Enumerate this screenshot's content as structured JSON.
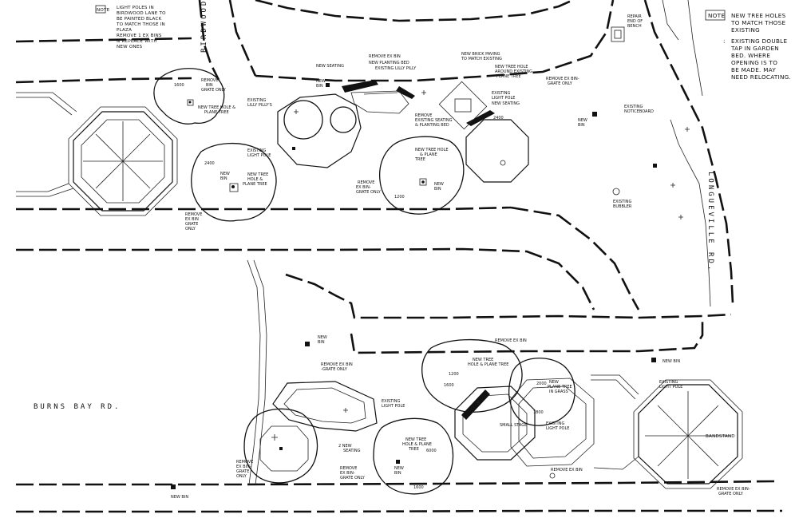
{
  "roads": {
    "birdwood": "BIRDWOOD LANE",
    "longueville": "LONGUEVILLE RD.",
    "burns_bay": "BURNS BAY RD."
  },
  "notes_top_left": {
    "title": "NOTE",
    "lines": [
      "LIGHT POLES IN",
      "BIRDWOOD LANE TO",
      "BE PAINTED BLACK",
      "TO MATCH THOSE IN",
      "PLAZA",
      "REMOVE 1 EX BINS",
      "& REPLACE WITH",
      "NEW ONES"
    ]
  },
  "notes_top_right": {
    "title": "NOTE",
    "item1": [
      "NEW TREE HOLES",
      "TO MATCH THOSE",
      "EXISTING"
    ],
    "item2": [
      "EXISTING DOUBLE",
      "TAP IN GARDEN",
      "BED. WHERE",
      "OPENING IS TO",
      "BE MADE. MAY",
      "NEED RELOCATING."
    ]
  },
  "labels": {
    "repair_bench": [
      "REPAIR",
      "END OF",
      "BENCH"
    ],
    "remove_bin_top": [
      "REMOVE",
      "BIN",
      "GRATE ONLY"
    ],
    "new_tree_plane1": [
      "NEW TREE HOLE &",
      "PLANE TREE"
    ],
    "dim_1600": "1600",
    "existing_lilly_pilly": [
      "EXISTING",
      "LILLY PILLY'S"
    ],
    "new_seating_top": "NEW SEATING",
    "remove_ex_bin_top": "REMOVE EX BIN",
    "new_planting_bed": "NEW PLANTING BED",
    "existing_lilly_pilly2": "EXISTING LILLY PILLY",
    "new_bin_top": [
      "NEW",
      "BIN"
    ],
    "new_brick_paving": [
      "NEW BRICK PAVING",
      "TO MATCH EXISTING"
    ],
    "new_tree_hole_around": [
      "NEW TREE HOLE",
      "AROUND EXISTING",
      "PLANE TREE"
    ],
    "remove_ex_bin_grate": [
      "REMOVE EX BIN-",
      "GRATE ONLY"
    ],
    "existing_light_pole_top": [
      "EXISTING",
      "LIGHT POLE"
    ],
    "new_seating_right": "NEW SEATING",
    "dim_2400": "2400",
    "remove_existing_seating": [
      "REMOVE",
      "EXISTING SEATING",
      "& PLANTING BED"
    ],
    "new_bin_right": [
      "NEW",
      "BIN"
    ],
    "existing_noticeboard": [
      "EXISTING",
      "NOTICEBOARD"
    ],
    "existing_light_pole_left": [
      "EXISTING",
      "LIGHT POLE"
    ],
    "new_bin_left": [
      "NEW",
      "BIN"
    ],
    "new_tree_plane2": [
      "NEW TREE",
      "HOLE &",
      "PLANE TREE"
    ],
    "dim_2400b": "2400",
    "new_tree_plane3": [
      "NEW TREE HOLE",
      "& PLANE",
      "TREE"
    ],
    "new_bin_mid": [
      "NEW",
      "BIN"
    ],
    "remove_ex_bin_mid": [
      "REMOVE",
      "EX BIN-",
      "GRATE ONLY"
    ],
    "dim_1200": "1200",
    "remove_ex_bin_grate_left": [
      "REMOVE",
      "EX BIN",
      "GRATE",
      "ONLY"
    ],
    "existing_bubbler": [
      "EXISTING",
      "BUBBLER"
    ],
    "new_bin_low1": [
      "NEW",
      "BIN"
    ],
    "remove_ex_bin_grate_low": [
      "REMOVE EX BIN",
      "-GRATE ONLY"
    ],
    "existing_light_pole_low": [
      "EXISTING",
      "LIGHT POLE"
    ],
    "new_seating_2": [
      "2 NEW",
      "SEATING"
    ],
    "remove_ex_bin_low_left": [
      "REMOVE",
      "EX BIN-",
      "GRATE",
      "ONLY"
    ],
    "new_tree_plane4": [
      "NEW TREE",
      "HOLE & PLANE",
      "TREE"
    ],
    "dim_6000": "6000",
    "new_bin_low2": [
      "NEW",
      "BIN"
    ],
    "remove_ex_bin_low_mid": [
      "REMOVE",
      "EX BIN-",
      "GRATE ONLY"
    ],
    "dim_1600b": "1600",
    "remove_ex_bin_low_right": "REMOVE EX BIN",
    "remove_ex_bin_top_low": "REMOVE EX BIN",
    "new_tree_plane5": [
      "NEW TREE",
      "HOLE & PLANE TREE"
    ],
    "dim_1200b": "1200",
    "dim_1600c": "1600",
    "new_plane_tree_grass": [
      "NEW",
      "PLANE TREE",
      "IN GRASS"
    ],
    "dim_2000": "2000",
    "dim_1800": "1800",
    "small_stage": "SMALL STAGE",
    "existing_light_pole_stage": [
      "EXISTING",
      "LIGHT POLE"
    ],
    "new_bin_bandstand": "NEW BIN",
    "existing_light_pole_band": [
      "EXISTING",
      "LIGHT POLE"
    ],
    "bandstand": "BANDSTAND",
    "new_bin_bottom": "NEW BIN",
    "remove_ex_bin_bottom": "REMOVE EX BIN",
    "remove_ex_bin_grate_bottom": [
      "REMOVE EX BIN-",
      "GRATE ONLY"
    ]
  }
}
